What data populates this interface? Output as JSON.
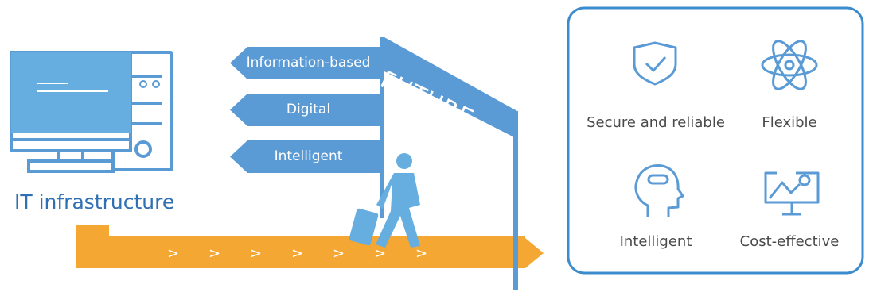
{
  "left_panel": {
    "label": "IT infrastructure",
    "icon": "computer-icon"
  },
  "signpost": {
    "signs": [
      "Information-based",
      "Digital",
      "Intelligent"
    ],
    "banner": "FUTURE"
  },
  "road": {
    "arrows": [
      ">",
      ">",
      ">",
      ">",
      ">",
      ">",
      ">"
    ]
  },
  "benefits": {
    "items": [
      {
        "label": "Secure and reliable",
        "icon": "shield-check-icon"
      },
      {
        "label": "Flexible",
        "icon": "atom-icon"
      },
      {
        "label": "Intelligent",
        "icon": "head-brain-icon"
      },
      {
        "label": "Cost-effective",
        "icon": "chart-monitor-icon"
      }
    ]
  },
  "colors": {
    "blue": "#5b9bd5",
    "dark_blue": "#2f6fb3",
    "orange": "#f4a733"
  }
}
